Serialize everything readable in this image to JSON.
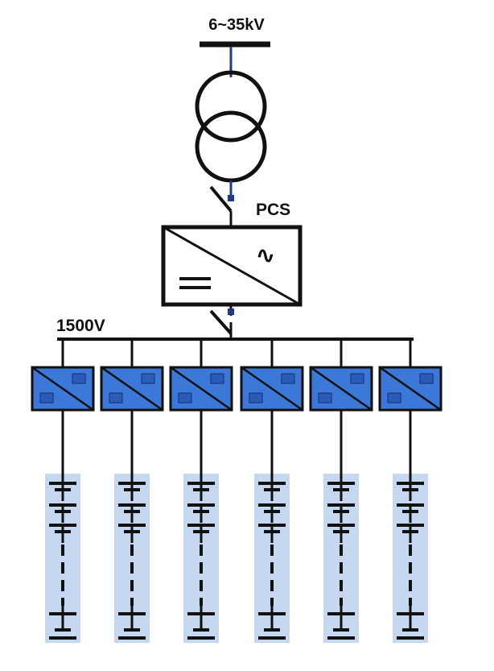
{
  "labels": {
    "grid_voltage": "6~35kV",
    "pcs": "PCS",
    "dc_bus_voltage": "1500V",
    "ac_symbol": "∿"
  },
  "dcdc_converter_count": 6,
  "colors": {
    "line": "#111111",
    "hv_link": "#1f3a8a",
    "converter_fill": "#3b78d8",
    "converter_inner": "#2a5bb8",
    "battery_bg": "#c6d8f0",
    "background": "#ffffff"
  }
}
